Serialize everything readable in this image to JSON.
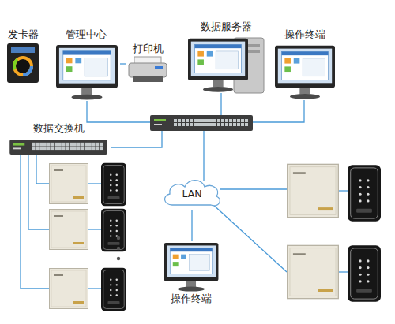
{
  "diagram": {
    "nodes": [
      {
        "text": [
          "发卡器"
        ]
      },
      {
        "text": [
          "管理中心"
        ]
      },
      {
        "text": [
          "打印机"
        ]
      },
      {
        "text": [
          "数据服务器"
        ]
      },
      {
        "text": [
          "操作终端"
        ]
      },
      {
        "text": [
          "数据交换机"
        ]
      },
      {
        "text": [
          "LAN"
        ]
      },
      {
        "text": [
          "操作终端"
        ]
      }
    ],
    "edges": [
      {
        "from": 1,
        "to": 2,
        "arrow": "none"
      },
      {
        "from": 6,
        "to": 7,
        "arrow": "none"
      }
    ]
  }
}
